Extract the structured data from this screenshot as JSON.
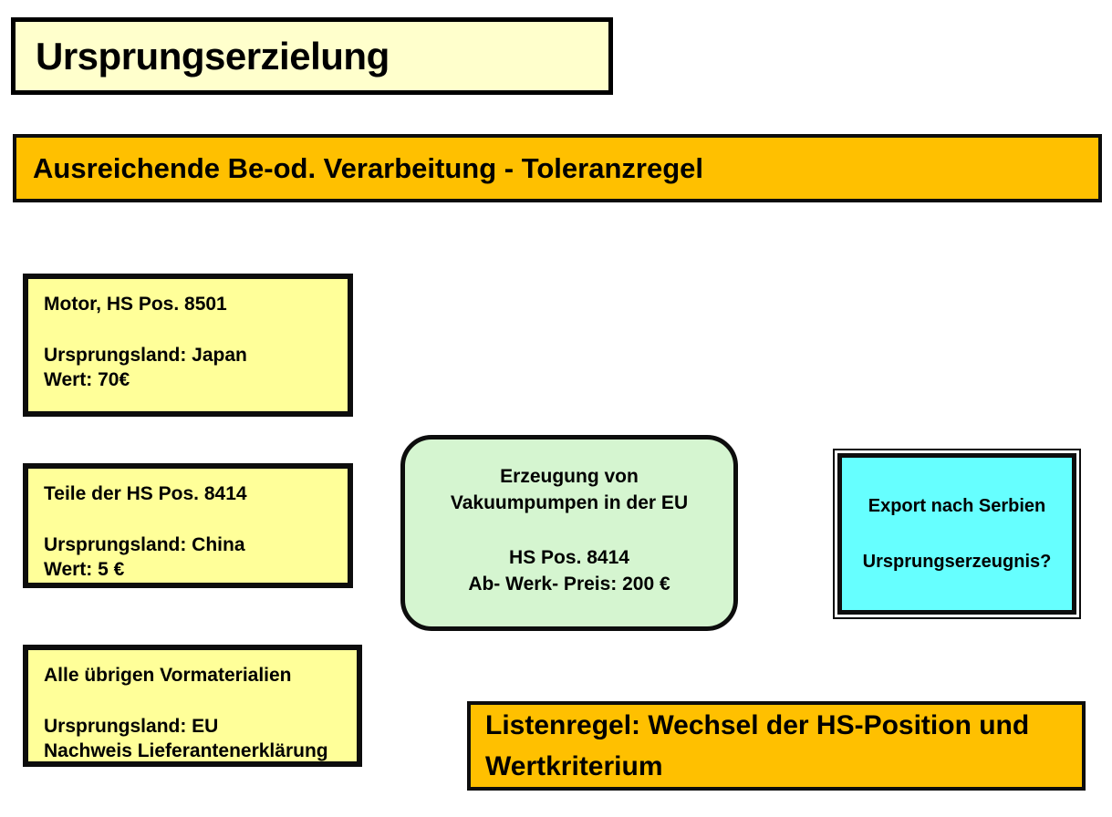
{
  "colors": {
    "page_background": "#FFFFFF",
    "title_background": "#FFFFCC",
    "banner_background": "#FFC000",
    "material_background": "#FFFF99",
    "process_background": "#D5F5D0",
    "export_background": "#66FFFF",
    "border": "#0D0D0D",
    "text": "#000000"
  },
  "title_box": {
    "label": "Ursprungserzielung"
  },
  "banner_top": {
    "label": "Ausreichende Be-od. Verarbeitung - Toleranzregel"
  },
  "material_boxes": [
    {
      "title": "Motor, HS Pos. 8501",
      "origin": "Ursprungsland: Japan",
      "value": "Wert: 70€"
    },
    {
      "title": "Teile der HS Pos. 8414",
      "origin": "Ursprungsland: China",
      "value": "Wert: 5 €"
    },
    {
      "title": "Alle übrigen Vormaterialien",
      "origin": "Ursprungsland: EU",
      "value": "Nachweis Lieferantenerklärung"
    }
  ],
  "process_box": {
    "line1": "Erzeugung von",
    "line2": "Vakuumpumpen in der EU",
    "line3": "HS Pos. 8414",
    "line4": "Ab- Werk- Preis: 200 €"
  },
  "export_box": {
    "line1": "Export nach Serbien",
    "line2": "Ursprungserzeugnis?"
  },
  "banner_bottom": {
    "label": "Listenregel: Wechsel der HS-Position und Wertkriterium"
  }
}
